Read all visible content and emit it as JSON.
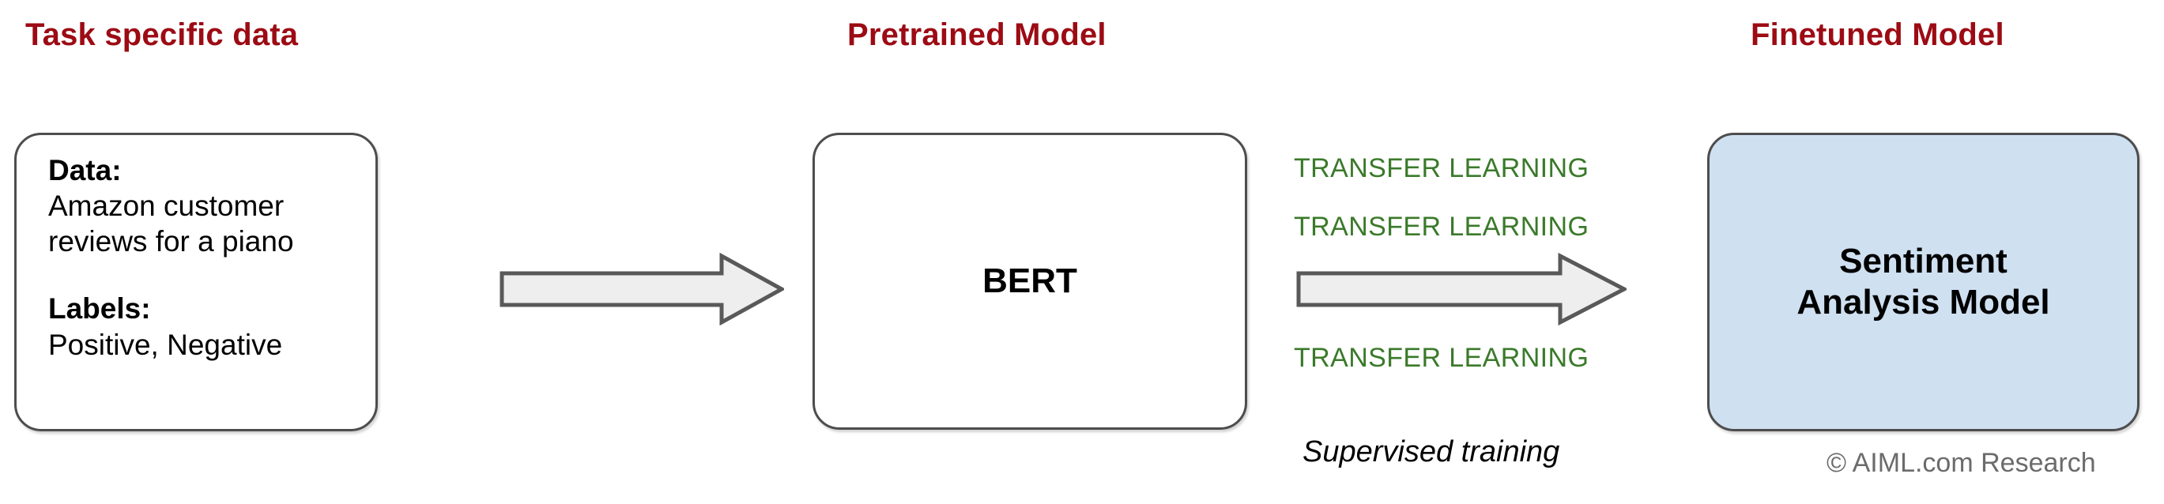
{
  "titles": {
    "task_specific_data": "Task specific data",
    "pretrained_model": "Pretrained Model",
    "finetuned_model": "Finetuned Model"
  },
  "task_box": {
    "data_label": "Data:",
    "data_value": "Amazon customer\nreviews for a piano",
    "labels_label": "Labels:",
    "labels_value": "Positive, Negative"
  },
  "pretrained_box": {
    "label": "BERT"
  },
  "finetuned_box": {
    "label": "Sentiment\nAnalysis Model"
  },
  "transfer": {
    "line_1": "TRANSFER LEARNING",
    "line_2": "TRANSFER LEARNING",
    "line_3": "TRANSFER LEARNING",
    "supervised": "Supervised training"
  },
  "credit": "© AIML.com Research",
  "colors": {
    "title_red": "#9c0b14",
    "transfer_green": "#3a7a2a",
    "box_border": "#4d4d4d",
    "arrow_fill": "#eeeeee",
    "arrow_stroke": "#595959",
    "finetuned_fill": "#cfe0f1",
    "credit_gray": "#6b6b6b",
    "text_black": "#000000",
    "background": "#ffffff"
  }
}
